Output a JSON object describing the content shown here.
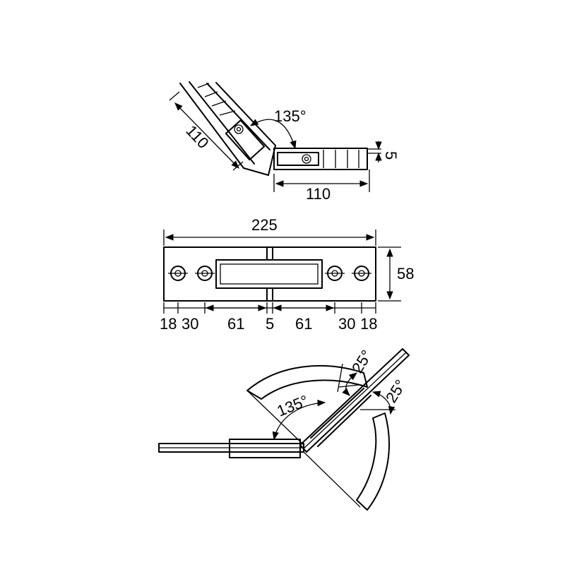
{
  "top_view": {
    "arm_length_left": "110",
    "arm_length_right": "110",
    "angle": "135°",
    "thickness": "5"
  },
  "plan_view": {
    "total_width": "225",
    "height": "58",
    "segments": [
      "18",
      "30",
      "61",
      "5",
      "61",
      "30",
      "18"
    ]
  },
  "swing_view": {
    "angle_main": "135°",
    "angle_a": "25°",
    "angle_b": "25°"
  }
}
